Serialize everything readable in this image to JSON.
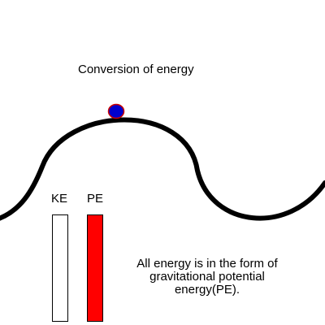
{
  "title": "Conversion of energy",
  "bars": [
    {
      "label": "KE",
      "level": 0
    },
    {
      "label": "PE",
      "level": 1
    }
  ],
  "caption": "All energy is in the form of gravitational potential energy(PE).",
  "colors": {
    "track": "#000000",
    "ball_fill": "#0000cc",
    "ball_outline": "#cc0000",
    "pe_fill": "#ff0000",
    "ke_fill": "#ffffff"
  }
}
